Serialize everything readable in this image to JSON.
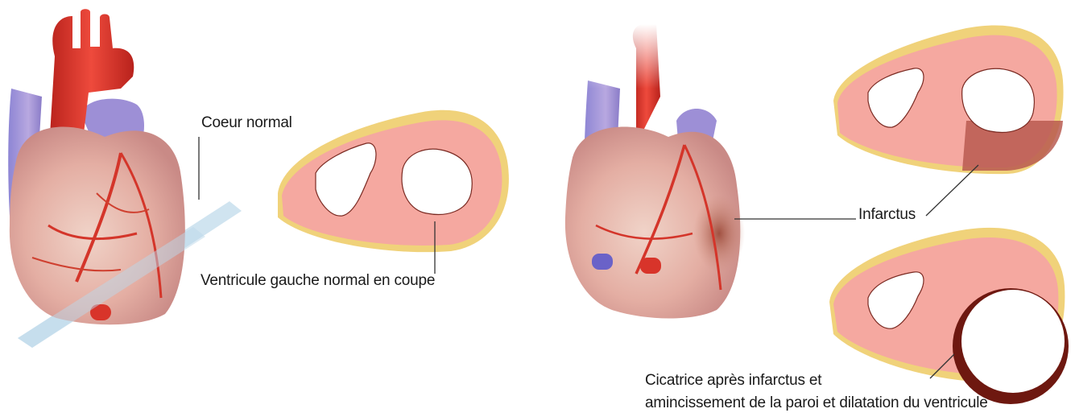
{
  "labels": {
    "normal_heart": "Coeur normal",
    "normal_ventricle": "Ventricule gauche normal en coupe",
    "infarct": "Infarctus",
    "scar_line1": "Cicatrice après infarctus et",
    "scar_line2": "amincissement de la paroi et dilatation du ventricule"
  },
  "colors": {
    "myocardium": "#f5a8a0",
    "fat_layer": "#f0d27a",
    "aorta": "#d8342a",
    "vena": "#8c7fd0",
    "infarct_zone": "#b85a50",
    "scar": "#6e1810",
    "cutting_plane": "#bcd8ea"
  }
}
